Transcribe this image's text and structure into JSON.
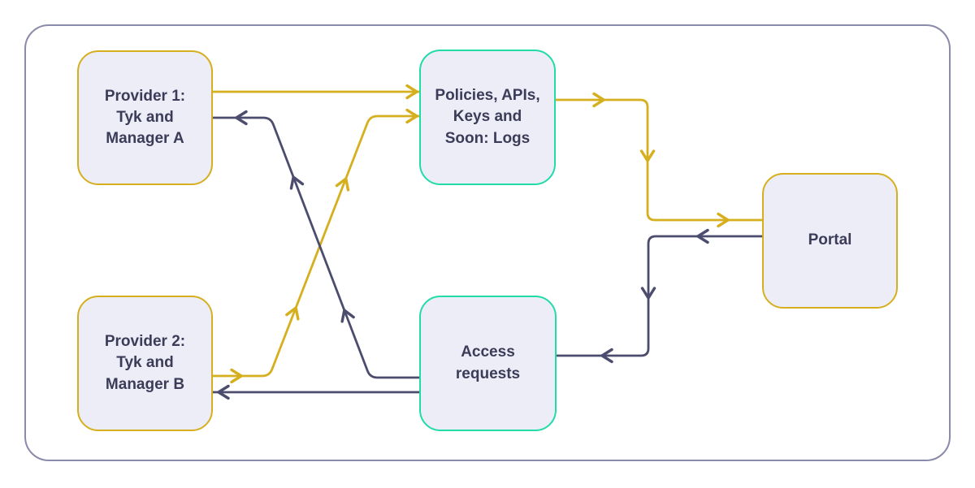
{
  "colors": {
    "gold": "#D6AF1F",
    "dark": "#4C4C6E",
    "teal": "#21DCA6",
    "node-fill": "#EDEDF8",
    "text": "#3C3C59",
    "frame": "#8A8AAB",
    "background": "#FFFFFF"
  },
  "nodes": {
    "provider1": {
      "label": "Provider 1:\nTyk and\nManager A",
      "border_color": "#D6AF1F"
    },
    "provider2": {
      "label": "Provider 2:\nTyk and\nManager B",
      "border_color": "#D6AF1F"
    },
    "policies": {
      "label": "Policies, APIs,\nKeys and\nSoon: Logs",
      "border_color": "#21DCA6"
    },
    "access": {
      "label": "Access\nrequests",
      "border_color": "#21DCA6"
    },
    "portal": {
      "label": "Portal",
      "border_color": "#D6AF1F"
    }
  },
  "edges": [
    {
      "id": "provider1-to-policies",
      "from": "provider1",
      "to": "policies",
      "color": "#D6AF1F"
    },
    {
      "id": "provider2-to-policies",
      "from": "provider2",
      "to": "policies",
      "color": "#D6AF1F"
    },
    {
      "id": "policies-to-portal",
      "from": "policies",
      "to": "portal",
      "color": "#D6AF1F"
    },
    {
      "id": "portal-to-access",
      "from": "portal",
      "to": "access",
      "color": "#4C4C6E"
    },
    {
      "id": "access-to-provider1",
      "from": "access",
      "to": "provider1",
      "color": "#4C4C6E"
    },
    {
      "id": "access-to-provider2",
      "from": "access",
      "to": "provider2",
      "color": "#4C4C6E"
    }
  ]
}
